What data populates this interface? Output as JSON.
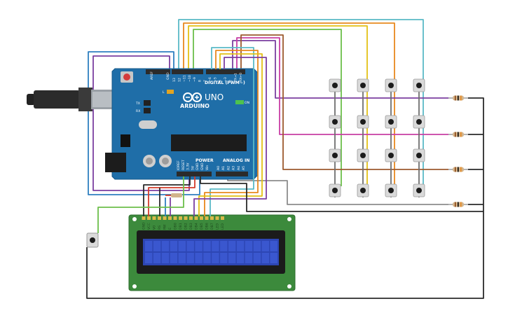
{
  "arduino": {
    "brand_text": "ARDUINO",
    "model_text": "UNO",
    "digital_header": "DIGITAL (PWM~)",
    "aref_label": "AREF",
    "gnd_label": "GND",
    "digital_pins": [
      "13",
      "12",
      "~11",
      "~10",
      "~9",
      "8",
      "7",
      "~6",
      "~5",
      "4",
      "~3",
      "2",
      "TX→1",
      "RX←0"
    ],
    "power_header": "POWER",
    "power_pins": [
      "IOREF",
      "RESET",
      "3.3V",
      "5V",
      "GND",
      "GND",
      "Vin"
    ],
    "analog_header": "ANALOG IN",
    "analog_pins": [
      "A0",
      "A1",
      "A2",
      "A3",
      "A4",
      "A5"
    ],
    "led_l": "L",
    "led_tx": "TX",
    "led_rx": "RX",
    "on_label": "ON"
  },
  "lcd": {
    "pin_labels": [
      "GND",
      "VCC",
      "V0",
      "RS",
      "RW",
      "E",
      "DB0",
      "DB1",
      "DB2",
      "DB3",
      "DB4",
      "DB5",
      "DB6",
      "DB7",
      "LED",
      "LED"
    ],
    "columns": 16,
    "rows": 2
  },
  "keypad": {
    "rows": 4,
    "columns": 4
  },
  "colors": {
    "board": "#1f6ea8",
    "wire_teal": "#5ab9c6",
    "wire_orange": "#e8891e",
    "wire_yellow": "#e3c116",
    "wire_green": "#6cbf4a",
    "wire_purple": "#7b3fa0",
    "wire_magenta": "#c83ea4",
    "wire_brown": "#9c5a2e",
    "wire_blue": "#2f7fc0",
    "wire_gray": "#8c8c8c",
    "wire_black": "#2a2a2a",
    "wire_red": "#d33b2b",
    "lcd_pcb": "#3c8a3c",
    "lcd_screen": "#2d46b4"
  }
}
